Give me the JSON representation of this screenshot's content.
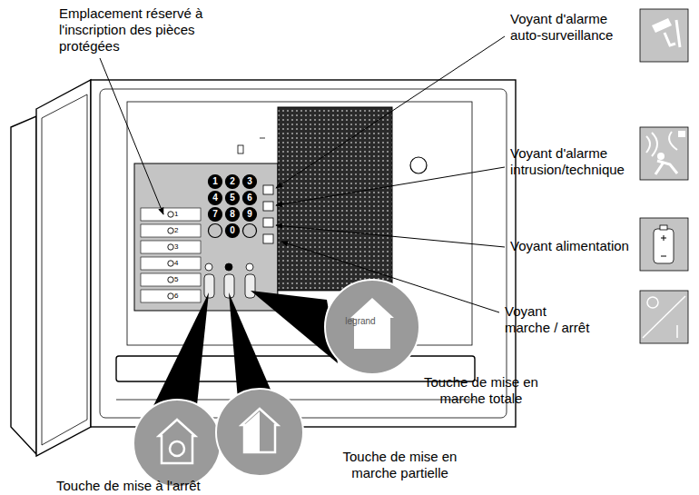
{
  "diagram": {
    "labels": [
      "Emplacement réservé à l'inscription des pièces protégées",
      "Voyant d'alarme auto-surveillance",
      "Voyant d'alarme intrusion/technique",
      "Voyant alimentation",
      "Voyant marche / arrêt",
      "Touche de mise en marche totale",
      "Touche de mise en marche partielle",
      "Touche de mise à l'arrêt",
      "1",
      "2",
      "3",
      "4",
      "5",
      "6",
      "1",
      "2",
      "3",
      "4",
      "5",
      "6",
      "7",
      "8",
      "9",
      "0",
      "legrand"
    ]
  }
}
